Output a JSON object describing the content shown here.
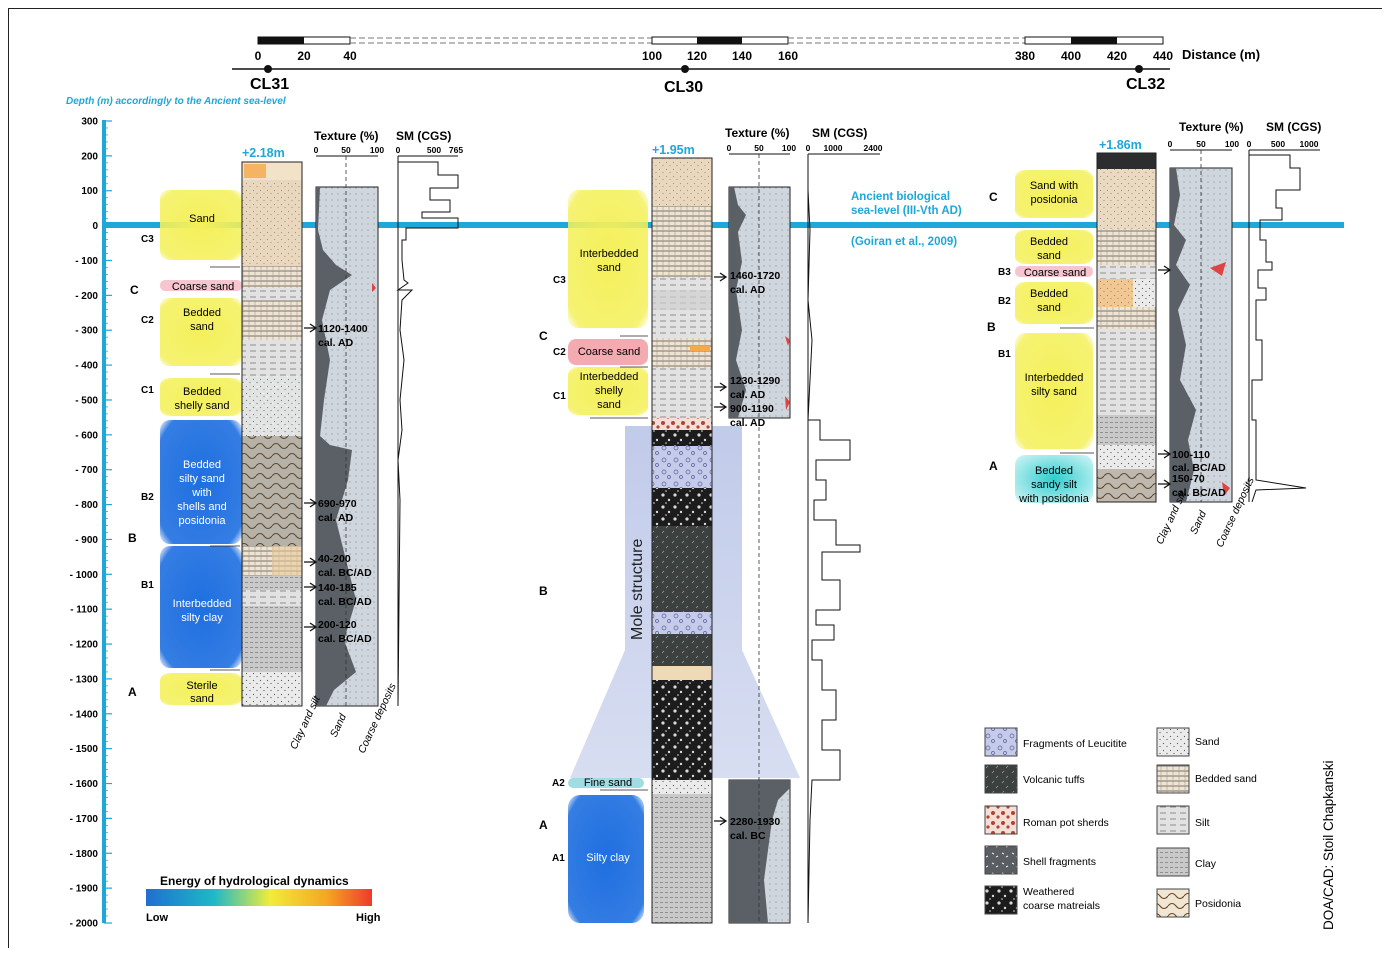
{
  "scale": {
    "unit_label": "Distance (m)",
    "segments": [
      {
        "ticks": [
          "0",
          "20",
          "40"
        ]
      },
      {
        "ticks": [
          "100",
          "120",
          "140",
          "160"
        ]
      },
      {
        "ticks": [
          "380",
          "400",
          "420",
          "440"
        ]
      }
    ],
    "cores": [
      "CL31",
      "CL30",
      "CL32"
    ]
  },
  "depth_axis": {
    "title": "Depth (m) accordingly to the Ancient sea-level",
    "ticks": [
      "300",
      "200",
      "100",
      "0",
      "- 100",
      "- 200",
      "- 300",
      "- 400",
      "- 500",
      "- 600",
      "- 700",
      "- 800",
      "- 900",
      "- 1000",
      "- 1100",
      "- 1200",
      "- 1300",
      "- 1400",
      "- 1500",
      "- 1600",
      "- 1700",
      "- 1800",
      "- 1900",
      "- 2000"
    ]
  },
  "sea_level": {
    "label_line1": "Ancient biological",
    "label_line2": "sea-level (III-Vth AD)",
    "reference": "(Goiran et al., 2009)",
    "color": "#1ea7d8"
  },
  "energy_scale": {
    "title": "Energy of hydrological dynamics",
    "low": "Low",
    "high": "High",
    "colors": [
      "#1f6fd1",
      "#1fb8c8",
      "#f0ec3a",
      "#f5a623",
      "#ee3b2a"
    ]
  },
  "texture_header": "Texture (%)",
  "texture_ticks": [
    "0",
    "50",
    "100"
  ],
  "texture_legend": [
    "Clay and silt",
    "Sand",
    "Coarse deposits"
  ],
  "cores": {
    "cl31": {
      "elevation": "+2.18m",
      "sm_header": "SM (CGS)",
      "sm_ticks": [
        "0",
        "500",
        "765"
      ],
      "units": [
        {
          "code": "C3",
          "text": [
            "Sand"
          ],
          "color": "yellow"
        },
        {
          "code": "C",
          "text": [
            "Coarse sand"
          ],
          "color": "pink"
        },
        {
          "code": "C2",
          "text": [
            "Bedded",
            "sand"
          ],
          "color": "yellow"
        },
        {
          "code": "C1",
          "text": [
            "Bedded",
            "shelly sand"
          ],
          "color": "yellow"
        },
        {
          "code": "B2",
          "text": [
            "Bedded",
            "silty sand",
            "with",
            "shells and",
            "posidonia"
          ],
          "color": "blue"
        },
        {
          "code": "B",
          "text": [],
          "color": "none"
        },
        {
          "code": "B1",
          "text": [
            "Interbedded",
            "silty clay"
          ],
          "color": "blue"
        },
        {
          "code": "A",
          "text": [
            "Sterile",
            "sand"
          ],
          "color": "yellow"
        }
      ],
      "dates": [
        {
          "line1": "1120-1400",
          "line2": "cal. AD"
        },
        {
          "line1": "690-970",
          "line2": "cal. AD"
        },
        {
          "line1": "40-200",
          "line2": "cal. BC/AD"
        },
        {
          "line1": "140-185",
          "line2": "cal. BC/AD"
        },
        {
          "line1": "200-120",
          "line2": "cal. BC/AD"
        }
      ]
    },
    "cl30": {
      "elevation": "+1.95m",
      "sm_header": "SM (CGS)",
      "sm_ticks": [
        "0",
        "1000",
        "2400"
      ],
      "mole_label": "Mole structure",
      "units": [
        {
          "code": "C3",
          "text": [
            "Interbedded",
            "sand"
          ],
          "color": "yellow"
        },
        {
          "code": "C",
          "text": [],
          "color": "none"
        },
        {
          "code": "C2",
          "text": [
            "Coarse sand"
          ],
          "color": "red"
        },
        {
          "code": "C1",
          "text": [
            "Interbedded",
            "shelly",
            "sand"
          ],
          "color": "yellow"
        },
        {
          "code": "B",
          "text": [],
          "color": "none"
        },
        {
          "code": "A2",
          "text": [
            "Fine sand"
          ],
          "color": "cyan"
        },
        {
          "code": "A",
          "text": [],
          "color": "none"
        },
        {
          "code": "A1",
          "text": [
            "Silty clay"
          ],
          "color": "blue"
        }
      ],
      "dates": [
        {
          "line1": "1460-1720",
          "line2": "cal. AD"
        },
        {
          "line1": "1230-1290",
          "line2": "cal. AD"
        },
        {
          "line1": "900-1190",
          "line2": "cal. AD"
        },
        {
          "line1": "2280-1930",
          "line2": "cal. BC"
        }
      ]
    },
    "cl32": {
      "elevation": "+1.86m",
      "sm_header": "SM (CGS)",
      "sm_ticks": [
        "0",
        "500",
        "1000"
      ],
      "units": [
        {
          "code": "C",
          "text": [
            "Sand with",
            "posidonia"
          ],
          "color": "yellow"
        },
        {
          "code": "",
          "text": [
            "Bedded",
            "sand"
          ],
          "color": "yellow"
        },
        {
          "code": "B3",
          "text": [
            "Coarse sand"
          ],
          "color": "pink"
        },
        {
          "code": "B2",
          "text": [
            "Bedded",
            "sand"
          ],
          "color": "yellow"
        },
        {
          "code": "B",
          "text": [],
          "color": "none"
        },
        {
          "code": "B1",
          "text": [
            "Interbedded",
            "silty sand"
          ],
          "color": "yellow"
        },
        {
          "code": "A",
          "text": [
            "Bedded",
            "sandy silt",
            "with posidonia"
          ],
          "color": "teal"
        }
      ],
      "dates": [
        {
          "line1": "100-110",
          "line2": "cal. BC/AD"
        },
        {
          "line1": "150-70",
          "line2": "cal. BC/AD"
        }
      ]
    }
  },
  "legend": [
    {
      "label": [
        "Fragments of Leucitite"
      ],
      "pattern": "leucitite"
    },
    {
      "label": [
        "Sand"
      ],
      "pattern": "sand"
    },
    {
      "label": [
        "Volcanic tuffs"
      ],
      "pattern": "tuff"
    },
    {
      "label": [
        "Bedded sand"
      ],
      "pattern": "bedded"
    },
    {
      "label": [
        "Roman pot sherds"
      ],
      "pattern": "pot"
    },
    {
      "label": [
        "Silt"
      ],
      "pattern": "silt"
    },
    {
      "label": [
        "Shell fragments"
      ],
      "pattern": "shell"
    },
    {
      "label": [
        "Clay"
      ],
      "pattern": "clay"
    },
    {
      "label": [
        "Weathered",
        "coarse matreials"
      ],
      "pattern": "weathered"
    },
    {
      "label": [
        "Posidonia"
      ],
      "pattern": "posidonia"
    }
  ],
  "credit": "DOA/CAD: Stoil Chapkanski"
}
